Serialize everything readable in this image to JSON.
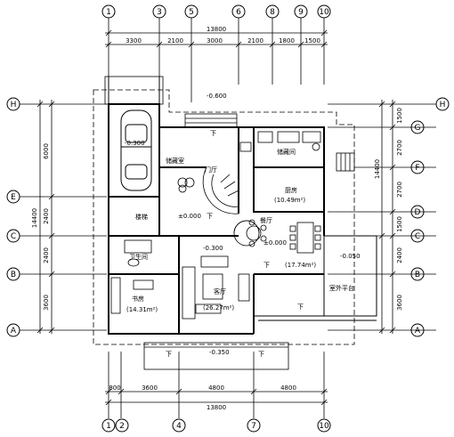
{
  "grid": {
    "top_axes": [
      "1",
      "3",
      "5",
      "6",
      "8",
      "9",
      "10"
    ],
    "bottom_axes": [
      "1",
      "2",
      "4",
      "7",
      "10"
    ],
    "rows": [
      "H",
      "G",
      "F",
      "E",
      "D",
      "C",
      "B",
      "A"
    ]
  },
  "dims": {
    "top_total": "13800",
    "top_segments": [
      "3300",
      "2100",
      "3000",
      "2100",
      "1800",
      "1500"
    ],
    "bottom_total": "13800",
    "bottom_segments": [
      "800",
      "3600",
      "4800",
      "4800"
    ],
    "left_total": "14400",
    "left_segments": [
      "6000",
      "2400",
      "2400",
      "3600"
    ],
    "right_total": "14400",
    "right_segments": [
      "1500",
      "2700",
      "2700",
      "1500",
      "2400",
      "3600"
    ]
  },
  "levels": {
    "top": "-0.600",
    "garage": "-0.300",
    "hall": "±0.000",
    "living_upper": "-0.300",
    "dining": "±0.000",
    "terrace": "-0.050",
    "bottom": "-0.350"
  },
  "rooms": {
    "storage": "储藏室",
    "foyer": "门厅",
    "pantry": "储藏间",
    "kitchen": "厨房",
    "kitchen_area": "(10.49m²)",
    "stair": "楼梯",
    "toilet": "卫生间",
    "dining": "餐厅",
    "dining_area": "(17.74m²)",
    "living": "客厅",
    "living_area": "(26.27m²)",
    "study": "书房",
    "study_area": "(14.31m²)",
    "terrace": "室外平台"
  },
  "marks": {
    "down": "下"
  }
}
